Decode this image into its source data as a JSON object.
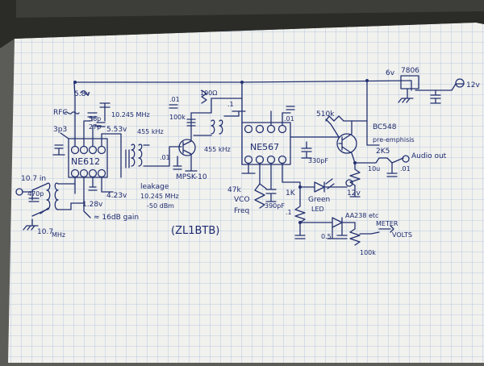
{
  "notebook": {
    "paper_color": "#f1f1ee",
    "grid_color": "#a9c0dc",
    "ink_color": "#22306f",
    "background_color": "#5b5b57"
  },
  "labels": {
    "ne612": "NE612",
    "ne567": "NE567",
    "bc548": "BC548",
    "mpsk10": "MPSK-10",
    "reg": "7806",
    "v6": "6v",
    "v12_top": "12v",
    "v58": "5.8v",
    "v553": "5.53v",
    "v423": "4.23v",
    "v128": "1.28v",
    "rfc": "RFC",
    "c3p3": "3p3",
    "c56": "56p",
    "c27": "27p",
    "ceramic": "10.245 MHz",
    "f455a": "455 kHz",
    "f455b": "455 kHz",
    "r100k": "100k",
    "r100": "100Ω",
    "c01a": ".01",
    "c01b": ".1",
    "c01c": ".01",
    "c01d": ".01",
    "c01e": ".1",
    "c01f": ".01",
    "r510": "510k",
    "preemph": "pre-emphisis",
    "r2k5": "2K5",
    "r10u": "10u",
    "audio_out": "Audio out",
    "c330": "330pF",
    "pot47k": "47k",
    "vco": "VCO",
    "freq": "Freq",
    "c390": "390pF",
    "r1k": "1K",
    "green": "Green",
    "led": "LED",
    "v12_mid": "12v",
    "aa": "AA238 etc",
    "meter": "METER",
    "volts": "VOLTS",
    "r100k2": "100k",
    "c0p5": "0.5",
    "v1": "+",
    "leakage1": "leakage",
    "leakage2": "10.245 MHz",
    "leakage3": "-50 dBm",
    "gain": "≈ 16dB gain",
    "in1": "10.7 in",
    "in2": "470p",
    "in3": "10.7",
    "in4": "MHz",
    "callsign": "(ZL1BTB)"
  }
}
